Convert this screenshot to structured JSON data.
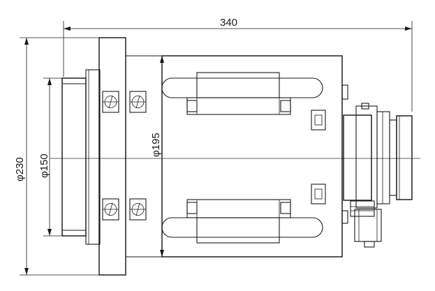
{
  "dimensions": {
    "overall_length": "340",
    "flange_diameter": "φ230",
    "spigot_diameter": "φ150",
    "body_diameter": "φ195"
  }
}
